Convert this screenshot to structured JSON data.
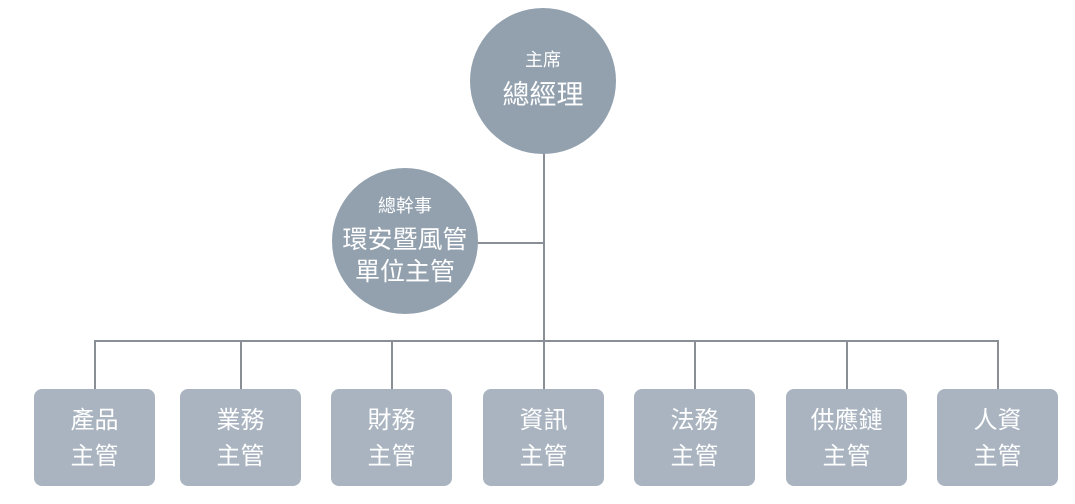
{
  "chairman": {
    "title": "主席",
    "name": "總經理"
  },
  "secretary": {
    "title": "總幹事",
    "line1": "環安暨風管",
    "line2": "單位主管"
  },
  "departments": [
    {
      "line1": "產品",
      "line2": "主管"
    },
    {
      "line1": "業務",
      "line2": "主管"
    },
    {
      "line1": "財務",
      "line2": "主管"
    },
    {
      "line1": "資訊",
      "line2": "主管"
    },
    {
      "line1": "法務",
      "line2": "主管"
    },
    {
      "line1": "供應鏈",
      "line2": "主管"
    },
    {
      "line1": "人資",
      "line2": "主管"
    }
  ],
  "colors": {
    "circle": "#93a1af",
    "box": "#a9b4c0",
    "connector": "#8a8f96"
  }
}
